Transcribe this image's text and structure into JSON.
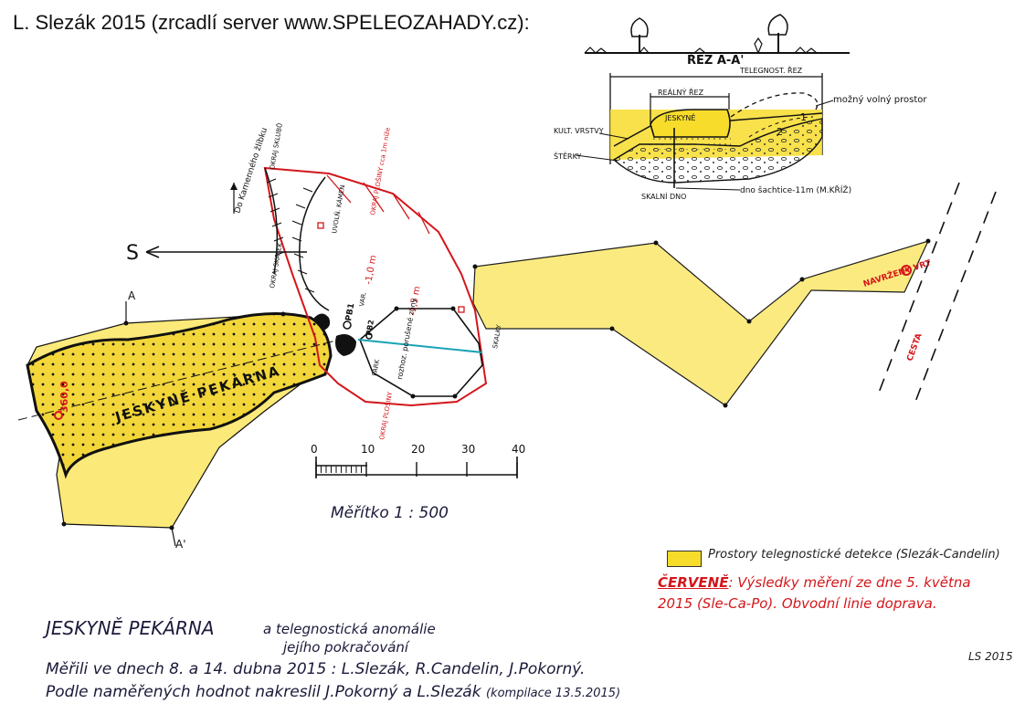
{
  "header": "L. Slezák 2015  (zrcadlí server www.SPELEOZAHADY.cz):",
  "cross_section": {
    "title": "ŘEZ A-A'",
    "teleg_label": "TELEGNOST. ŘEZ",
    "real_label": "REÁLNÝ ŘEZ",
    "possible_label": "možný volný prostor",
    "cave_label": "JESKYNĚ",
    "layer_cultural": "KULT. VRSTVY",
    "layer_gravel": "ŠTĚRKY",
    "bedrock": "SKALNÍ DNO",
    "shaft_bottom": "dno šachtice-11m (M.KŘÍŽ)",
    "num1": "1",
    "num2": "2"
  },
  "plan": {
    "north_label": "S",
    "cave_name": "JESKYNĚ PEKÁRNA",
    "point_left": "360,0",
    "marker_A": "A",
    "marker_A_prime": "A'",
    "to_kamenny": "Do Kamenného žlíbku",
    "cliff_edge_left": "OKRAJ SKALEK",
    "cliff_edge_top": "OKRAJ SKLUBŮ",
    "platform_edge_top": "OKRAJ PLOŠINY cca 1m níže",
    "platform_edge_bottom": "OKRAJ PLOŠINY",
    "loose_stone": "UVOLŇ. KÁMEN",
    "depth1": "-1,0 m",
    "depth2": "-1,5 m",
    "pb1": "PB1",
    "pb2": "PB2",
    "var_label": "VAR.",
    "park_label": "PARK",
    "fracture_label": "rozhoz. porušené zóny",
    "rocks_label": "SKALKY",
    "proposed": "NAVRŽENÝ VRT",
    "road": "CESTA"
  },
  "scale": {
    "ticks": [
      "0",
      "10",
      "20",
      "30",
      "40"
    ],
    "label": "Měřítko 1 : 500"
  },
  "legend": {
    "swatch_color": "#f7dc2c",
    "text": "Prostory telegnostické detekce (Slezák-Candelin)"
  },
  "red_note": {
    "label": "ČERVENĚ",
    "text": ": Výsledky měření ze dne 5. května 2015 (Sle-Ca-Po). Obvodní linie doprava."
  },
  "footer": {
    "title": "JESKYNĚ PEKÁRNA",
    "subtitle": "a telegnostická anomálie",
    "subtitle2": "jejího pokračování",
    "line1": "Měřili ve dnech 8. a 14. dubna 2015 : L.Slezák, R.Candelin, J.Pokorný.",
    "line2": "Podle naměřených hodnot nakreslil J.Pokorný a L.Slezák",
    "line2_small": "(kompilace 13.5.2015)",
    "signature": "LS 2015"
  },
  "colors": {
    "yellow": "#f7dc2c",
    "red": "#d4161b",
    "cyan": "#1aa3b5",
    "ink": "#1a1a1a"
  }
}
